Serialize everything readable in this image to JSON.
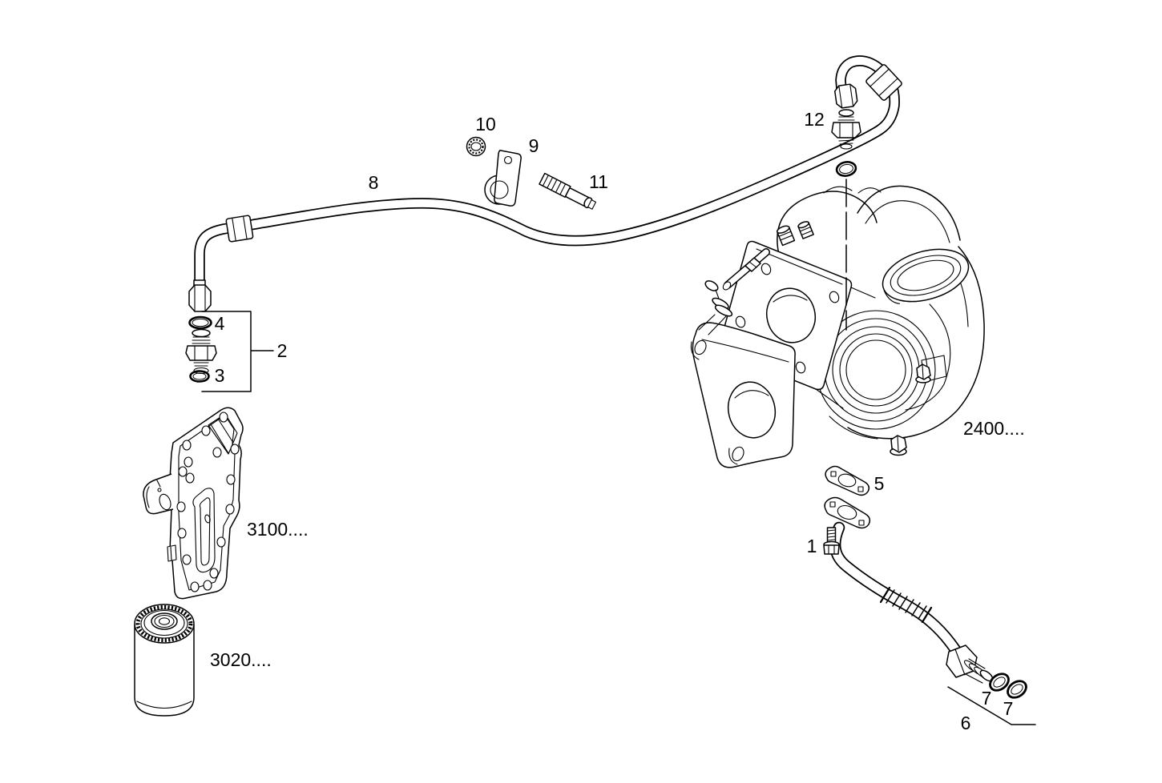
{
  "canvas": {
    "background": "#ffffff",
    "line_color": "#000000",
    "text_color": "#000000"
  },
  "callouts": {
    "c1": "1",
    "c2": "2",
    "c3": "3",
    "c4": "4",
    "c5": "5",
    "c6": "6",
    "c7a": "7",
    "c7b": "7",
    "c8": "8",
    "c9": "9",
    "c10": "10",
    "c11": "11",
    "c12": "12"
  },
  "group_refs": {
    "turbocharger": "2400....",
    "oil_filter_housing": "3100....",
    "oil_filter": "3020...."
  }
}
